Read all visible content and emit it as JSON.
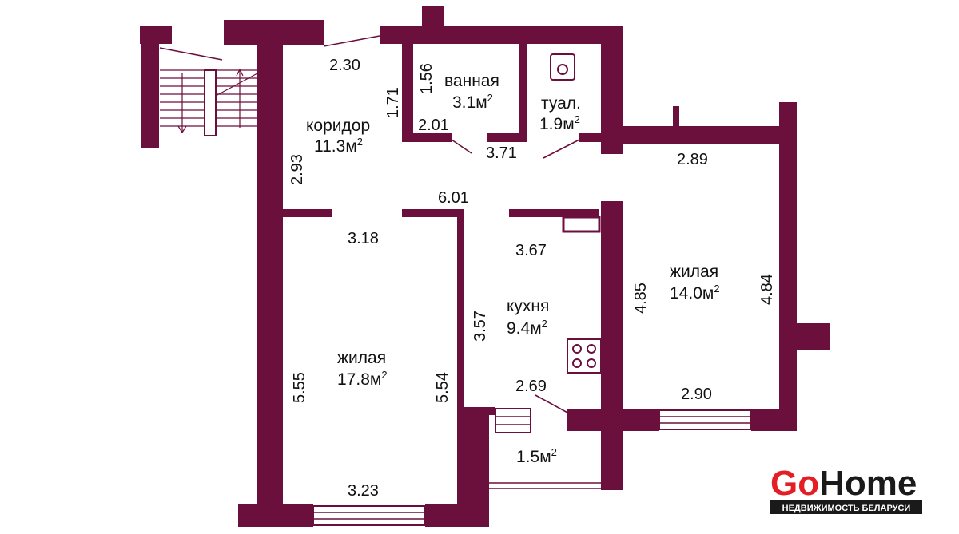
{
  "rooms": {
    "corridor": {
      "name": "коридор",
      "area": "11.3м",
      "sup": "2"
    },
    "bathroom": {
      "name": "ванная",
      "area": "3.1м",
      "sup": "2"
    },
    "toilet": {
      "name": "туал.",
      "area": "1.9м",
      "sup": "2"
    },
    "kitchen": {
      "name": "кухня",
      "area": "9.4м",
      "sup": "2"
    },
    "living_left": {
      "name": "жилая",
      "area": "17.8м",
      "sup": "2"
    },
    "living_right": {
      "name": "жилая",
      "area": "14.0м",
      "sup": "2"
    },
    "balcony": {
      "area": "1.5м",
      "sup": "2"
    }
  },
  "dimensions": {
    "d230": "2.30",
    "d156": "1.56",
    "d171": "1.71",
    "d201": "2.01",
    "d371": "3.71",
    "d289": "2.89",
    "d293": "2.93",
    "d601": "6.01",
    "d318": "3.18",
    "d367": "3.67",
    "d485": "4.85",
    "d484": "4.84",
    "d357": "3.57",
    "d555": "5.55",
    "d554": "5.54",
    "d269": "2.69",
    "d290": "2.90",
    "d323": "3.23"
  },
  "logo": {
    "go": "Go",
    "home": "Home",
    "tagline": "НЕДВИЖИМОСТЬ БЕЛАРУСИ"
  },
  "colors": {
    "wall": "#6b0f3c",
    "logo_red": "#e31e24",
    "logo_dark": "#1a1a1a"
  },
  "icons": [
    "toilet-icon",
    "stove-icon",
    "staircase-icon"
  ]
}
